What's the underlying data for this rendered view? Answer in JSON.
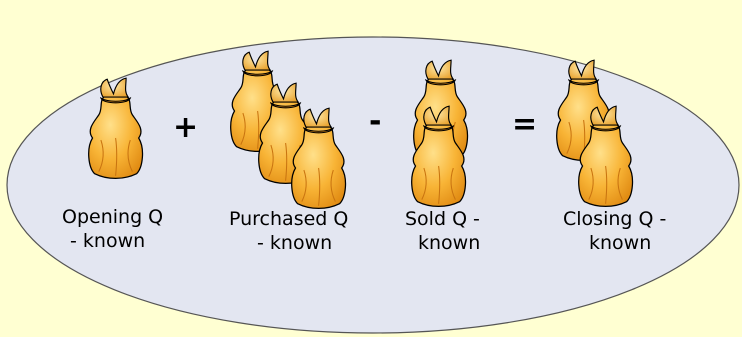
{
  "diagram": {
    "operators": {
      "plus": "+",
      "minus": "-",
      "equals": "="
    },
    "groups": [
      {
        "id": "opening",
        "line1": "Opening Q",
        "line2": "- known",
        "bags": 1
      },
      {
        "id": "purchased",
        "line1": "Purchased Q",
        "line2": "- known",
        "bags": 3
      },
      {
        "id": "sold",
        "line1": "Sold Q -",
        "line2": "known",
        "bags": 2
      },
      {
        "id": "closing",
        "line1": "Closing Q -",
        "line2": "known",
        "bags": 2
      }
    ],
    "colors": {
      "background": "#FFFFD2",
      "ellipse_fill": "#E3E6F1",
      "ellipse_stroke": "#555555",
      "bag_light": "#FFE08A",
      "bag_mid": "#F8B436",
      "bag_dark": "#E08A12",
      "bag_outline": "#000000"
    }
  }
}
